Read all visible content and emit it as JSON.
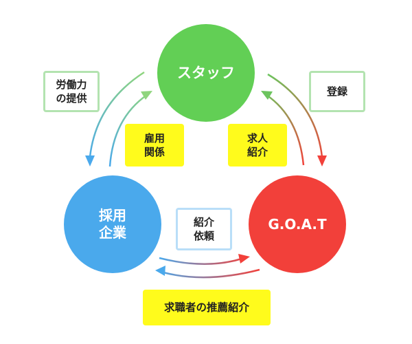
{
  "nodes": {
    "staff": {
      "label": "スタッフ",
      "color": "#62cf55"
    },
    "company": {
      "label": "採用\n企業",
      "color": "#4aa9ec"
    },
    "goat": {
      "label": "G.O.A.T",
      "color": "#f2403a"
    }
  },
  "labels": {
    "labor": "労働力\nの提供",
    "registration": "登録",
    "employment": "雇用\n関係",
    "job_intro": "求人\n紹介",
    "introduction": "紹介\n依頼",
    "referral": "求職者の推薦紹介"
  },
  "colors": {
    "label_highlight": "#fffb1c",
    "outline_green": "#b3e3b0",
    "outline_blue": "#b9def8"
  }
}
